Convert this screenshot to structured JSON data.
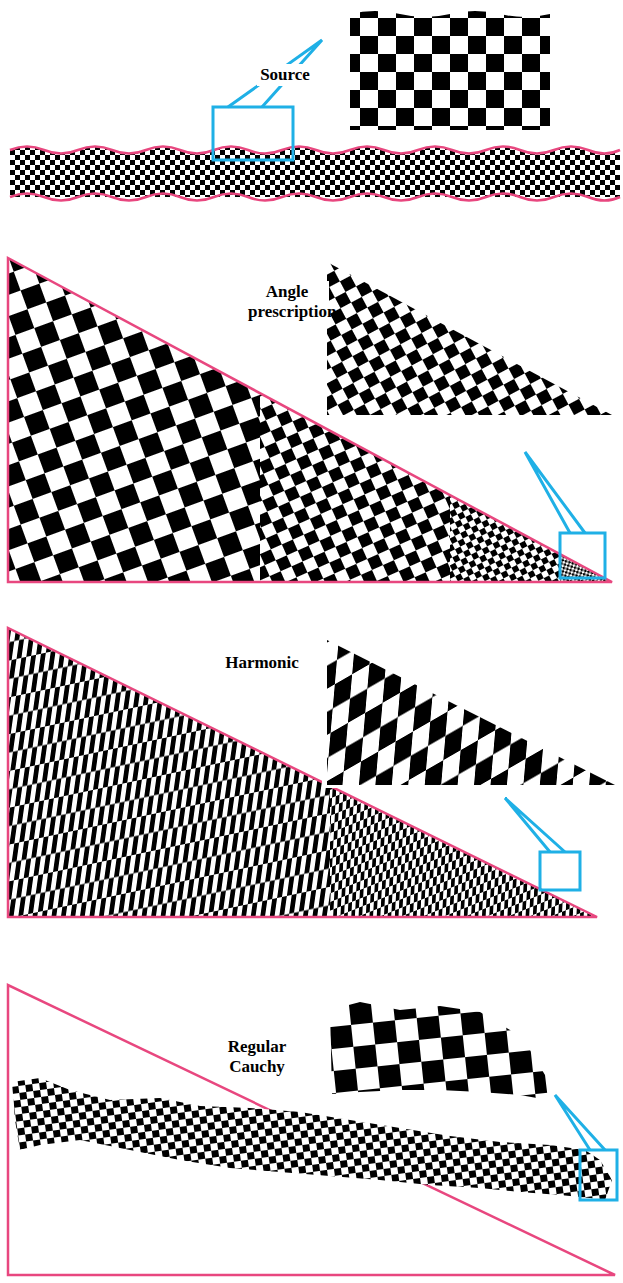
{
  "diagram": {
    "labels": [
      "Source",
      "Angle prescription",
      "Harmonic",
      "Regular Cauchy"
    ]
  }
}
